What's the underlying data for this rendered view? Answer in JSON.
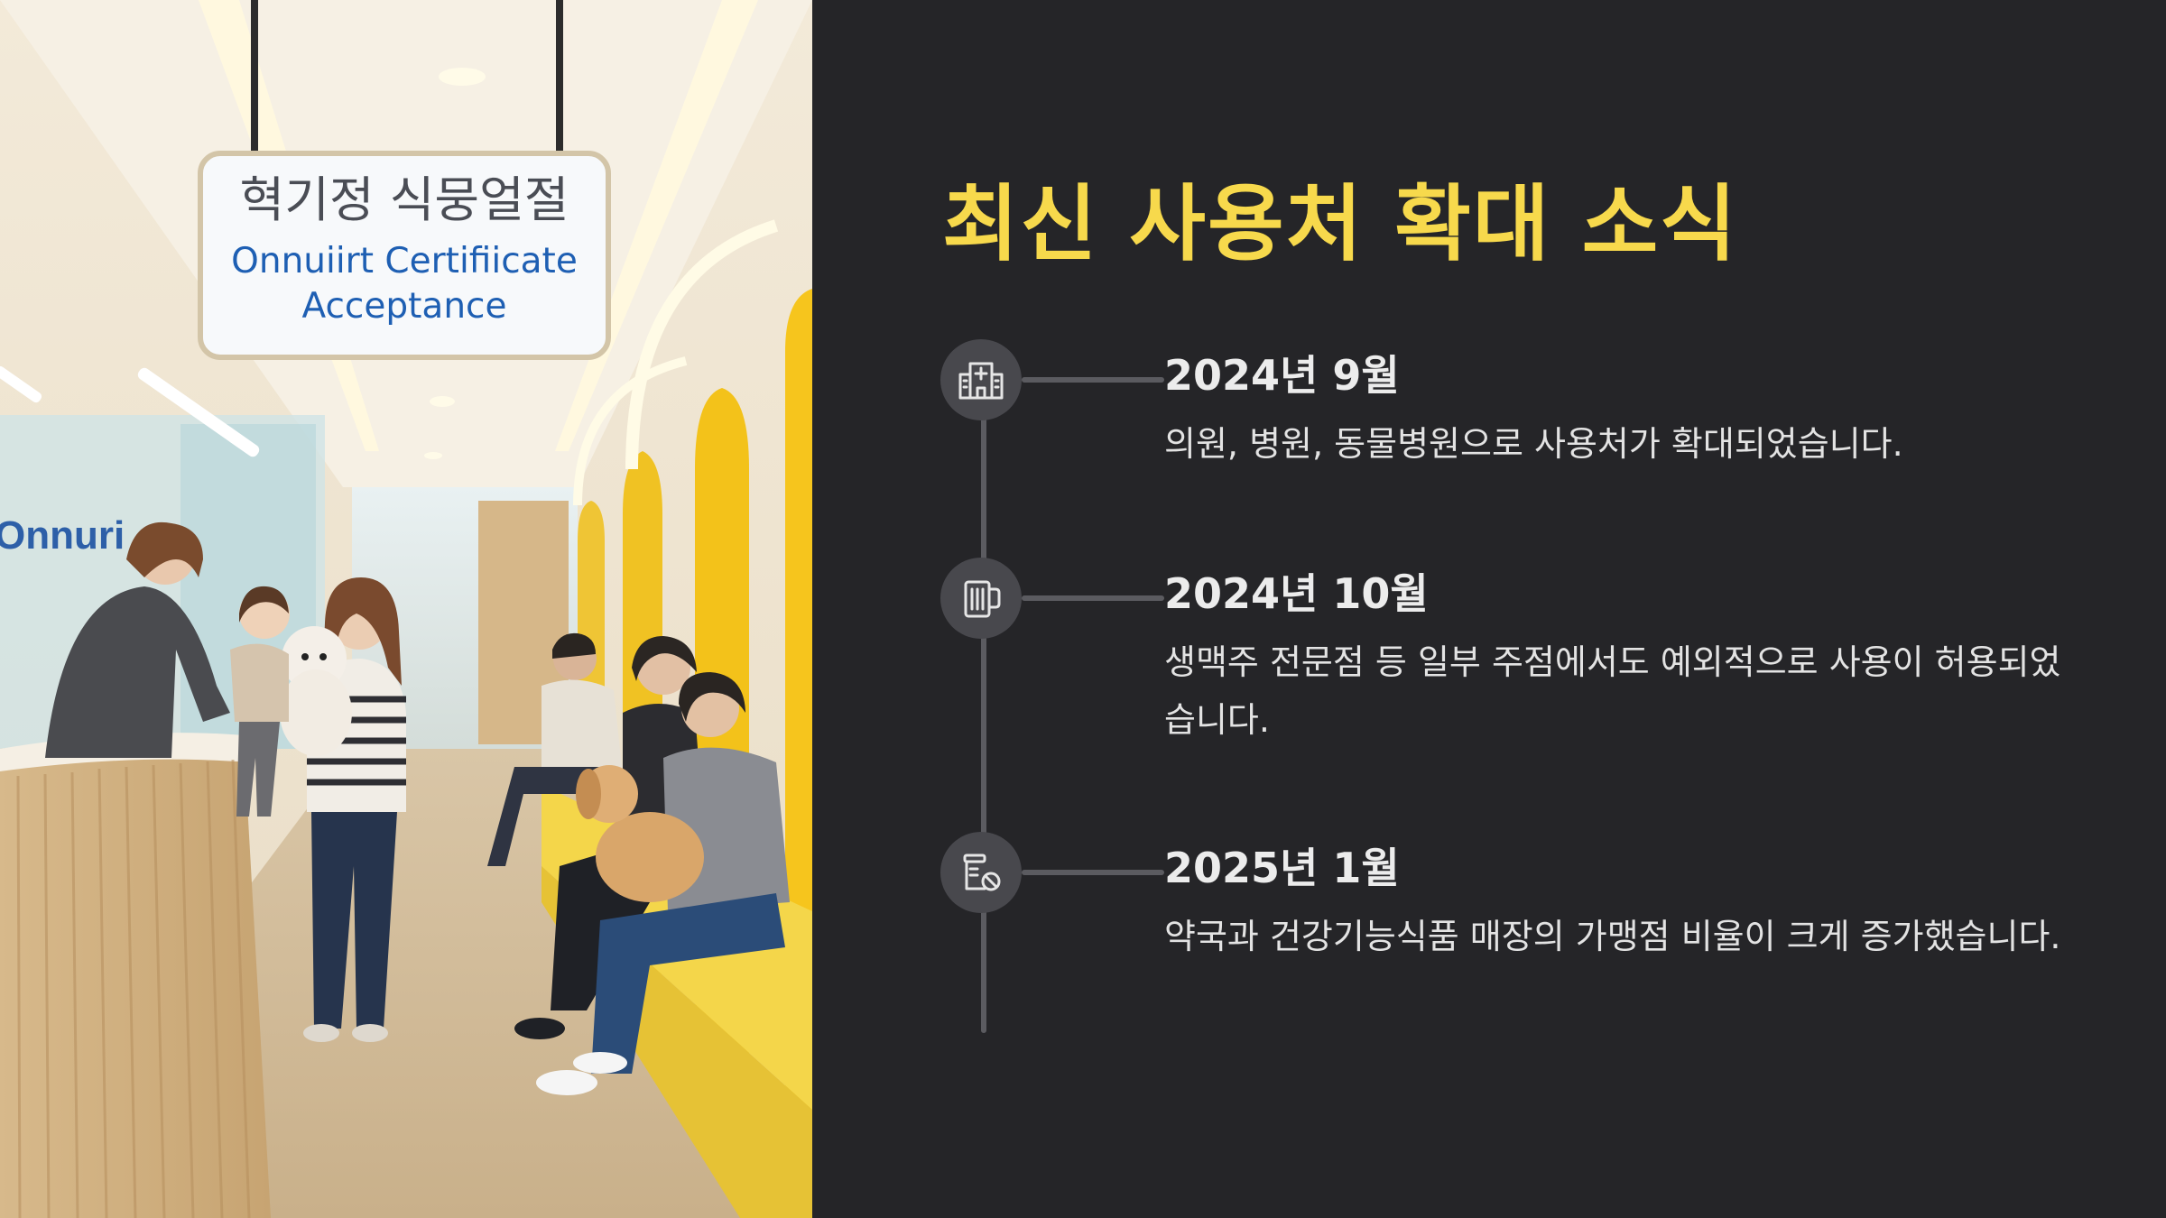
{
  "slide": {
    "title": "최신 사용처 확대 소식",
    "accent_color": "#f7d94c",
    "background_color": "#252528"
  },
  "photo": {
    "sign": {
      "korean": "혁기정 식뭉얼절",
      "english_line1": "Onnuiirt Certifiicate",
      "english_line2": "Acceptance"
    },
    "wall_logo": "Onnuri"
  },
  "timeline": [
    {
      "icon": "hospital-icon",
      "date": "2024년 9월",
      "description": "의원, 병원, 동물병원으로 사용처가 확대되었습니다."
    },
    {
      "icon": "beer-mug-icon",
      "date": "2024년 10월",
      "description": "생맥주 전문점 등 일부 주점에서도 예외적으로 사용이 허용되었습니다."
    },
    {
      "icon": "pharmacy-prescription-icon",
      "date": "2025년 1월",
      "description": "약국과 건강기능식품 매장의 가맹점 비율이 크게 증가했습니다."
    }
  ]
}
